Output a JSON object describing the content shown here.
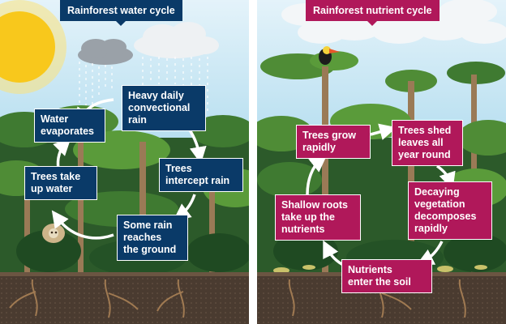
{
  "colors": {
    "water_box": "#0a3a68",
    "nutrient_box": "#b0185a",
    "sky_blue": "#8ecbe6",
    "sky_pale": "#e0f1f9",
    "sun": "#f8c81c",
    "soil": "#4a3b30"
  },
  "water_cycle": {
    "title": "Rainforest water cycle",
    "steps": [
      {
        "text": "Heavy daily\nconvectional\nrain"
      },
      {
        "text": "Trees\nintercept rain"
      },
      {
        "text": "Some rain\nreaches\nthe ground"
      },
      {
        "text": "Trees take\nup water"
      },
      {
        "text": "Water\nevaporates"
      }
    ]
  },
  "nutrient_cycle": {
    "title": "Rainforest nutrient cycle",
    "steps": [
      {
        "text": "Trees grow\nrapidly"
      },
      {
        "text": "Trees shed\nleaves all\nyear round"
      },
      {
        "text": "Decaying\nvegetation\ndecomposes\nrapidly"
      },
      {
        "text": "Nutrients\nenter the soil"
      },
      {
        "text": "Shallow roots\ntake up the\nnutrients"
      }
    ]
  }
}
